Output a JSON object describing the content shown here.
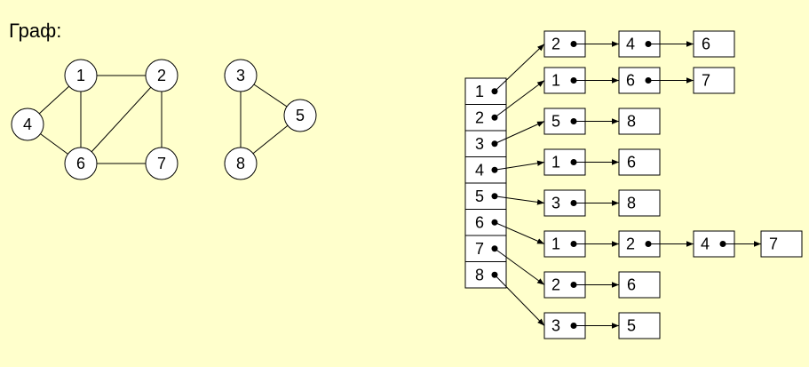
{
  "title": "Граф:",
  "colors": {
    "background": "#ffffcc",
    "node_fill": "#ffffff",
    "stroke": "#000000"
  },
  "graph": {
    "nodes": [
      "1",
      "2",
      "3",
      "4",
      "5",
      "6",
      "7",
      "8"
    ],
    "edges": [
      [
        "1",
        "2"
      ],
      [
        "1",
        "4"
      ],
      [
        "1",
        "6"
      ],
      [
        "4",
        "6"
      ],
      [
        "2",
        "6"
      ],
      [
        "2",
        "7"
      ],
      [
        "6",
        "7"
      ],
      [
        "3",
        "5"
      ],
      [
        "3",
        "8"
      ],
      [
        "5",
        "8"
      ]
    ]
  },
  "adjacency": {
    "index": [
      "1",
      "2",
      "3",
      "4",
      "5",
      "6",
      "7",
      "8"
    ],
    "lists": [
      [
        "2",
        "4",
        "6"
      ],
      [
        "1",
        "6",
        "7"
      ],
      [
        "5",
        "8"
      ],
      [
        "1",
        "6"
      ],
      [
        "3",
        "8"
      ],
      [
        "1",
        "2",
        "4",
        "7"
      ],
      [
        "2",
        "6"
      ],
      [
        "3",
        "5"
      ]
    ]
  }
}
